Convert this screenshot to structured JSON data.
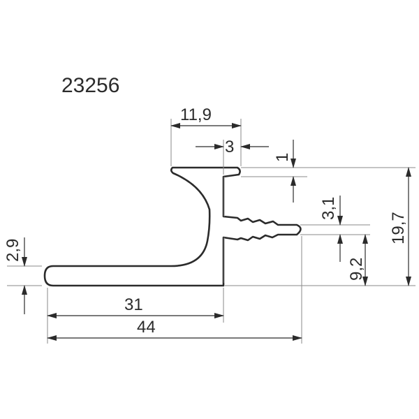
{
  "part_number": "23256",
  "colors": {
    "line": "#2b2b2b",
    "extension": "#8a8a8a",
    "background": "#ffffff"
  },
  "dimensions": {
    "top_width": "11,9",
    "slot_width": "3",
    "lip_thickness": "1",
    "fin_height": "3,1",
    "total_height": "19,7",
    "lower_height": "9,2",
    "base_thickness": "2,9",
    "base_length": "31",
    "total_length": "44"
  }
}
